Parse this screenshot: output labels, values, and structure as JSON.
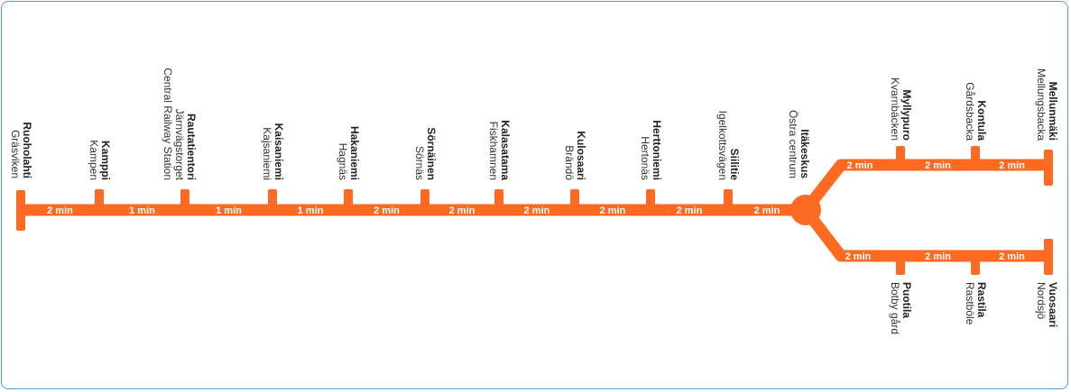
{
  "line": {
    "color": "#ff6a22"
  },
  "stations": [
    {
      "id": "ruoholahti",
      "name": "Ruoholahti",
      "sv": "Gräsviken"
    },
    {
      "id": "kamppi",
      "name": "Kamppi",
      "sv": "Kampen"
    },
    {
      "id": "rautatientori",
      "name": "Rautatientori",
      "sv": "Järnvägstorget",
      "en": "Central Railway Station"
    },
    {
      "id": "kaisaniemi",
      "name": "Kaisaniemi",
      "sv": "Kajsaniemi"
    },
    {
      "id": "hakaniemi",
      "name": "Hakaniemi",
      "sv": "Hagnäs"
    },
    {
      "id": "sornainen",
      "name": "Sörnäinen",
      "sv": "Sörnäs"
    },
    {
      "id": "kalasatama",
      "name": "Kalasatama",
      "sv": "Fiskhamnen"
    },
    {
      "id": "kulosaari",
      "name": "Kulosaari",
      "sv": "Brändö"
    },
    {
      "id": "herttoniemi",
      "name": "Herttoniemi",
      "sv": "Hertonäs"
    },
    {
      "id": "siilitie",
      "name": "Siilitie",
      "sv": "Igelkottsvägen"
    },
    {
      "id": "itakeskus",
      "name": "Itäkeskus",
      "sv": "Östra centrum"
    },
    {
      "id": "myllypuro",
      "name": "Myllypuro",
      "sv": "Kvarnbäcken"
    },
    {
      "id": "kontula",
      "name": "Kontula",
      "sv": "Gårdsbacka"
    },
    {
      "id": "mellunmaki",
      "name": "Mellunmäki",
      "sv": "Mellungsbacka"
    },
    {
      "id": "puotila",
      "name": "Puotila",
      "sv": "Botby gård"
    },
    {
      "id": "rastila",
      "name": "Rastila",
      "sv": "Rastböle"
    },
    {
      "id": "vuosaari",
      "name": "Vuosaari",
      "sv": "Nordsjö"
    }
  ],
  "travel_times": {
    "main": [
      "2 min",
      "1 min",
      "1 min",
      "1 min",
      "2 min",
      "2 min",
      "2 min",
      "2 min",
      "2 min",
      "2 min"
    ],
    "mellunmaki_branch": [
      "2 min",
      "2 min",
      "2 min"
    ],
    "vuosaari_branch": [
      "2 min",
      "2 min",
      "2 min"
    ]
  }
}
